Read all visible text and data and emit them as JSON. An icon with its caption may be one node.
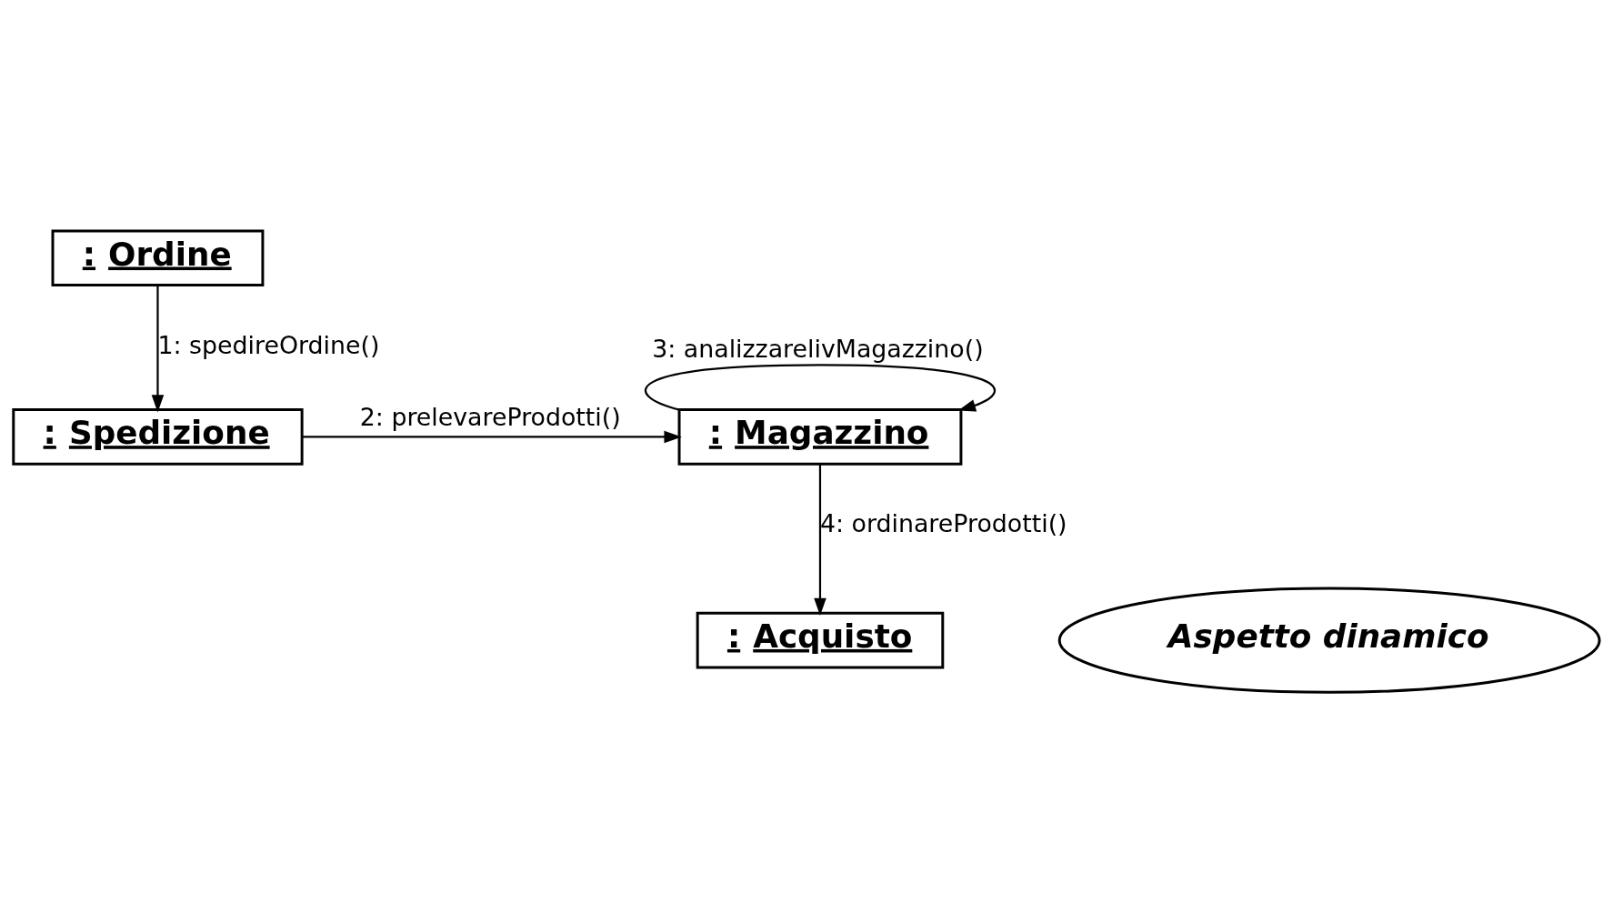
{
  "diagram": {
    "nodes": [
      {
        "text": [
          ": Ordine"
        ]
      },
      {
        "text": [
          ": Spedizione"
        ]
      },
      {
        "text": [
          ": Magazzino"
        ]
      },
      {
        "text": [
          ": Acquisto"
        ]
      },
      {
        "text": [
          "Aspetto dinamico"
        ]
      }
    ],
    "edges": [
      {
        "from": 0,
        "to": 1,
        "arrow": "to",
        "label": "1: spedireOrdine()"
      },
      {
        "from": 1,
        "to": 2,
        "arrow": "to",
        "label": "2: prelevareProdotti()"
      },
      {
        "from": 2,
        "to": 2,
        "arrow": "to",
        "label": "3: analizzarelivMagazzino()"
      },
      {
        "from": 2,
        "to": 3,
        "arrow": "to",
        "label": "4: ordinareProdotti()"
      }
    ]
  }
}
